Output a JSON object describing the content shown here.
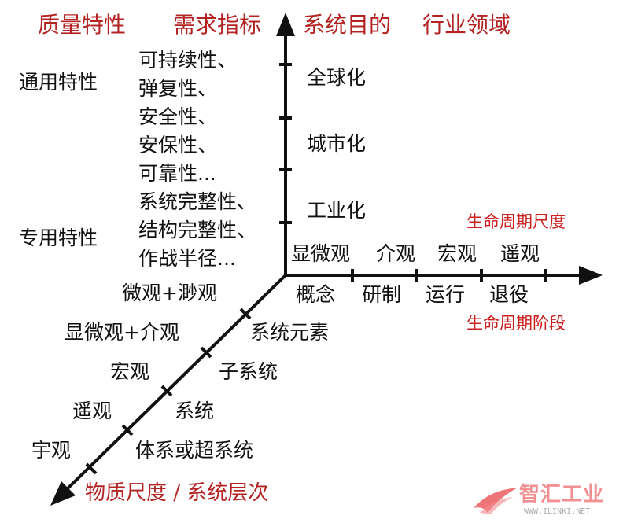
{
  "colors": {
    "accent_red": "#b42323",
    "label_red": "#cc1f1f",
    "axis": "#111111",
    "logo_red": "#e8464b",
    "logo_gray": "#8a8a8a"
  },
  "headers": {
    "quality": "质量特性",
    "demand": "需求指标",
    "system_goal": "系统目的",
    "industry": "行业领域"
  },
  "left_labels": {
    "general": "通用特性",
    "special": "专用特性"
  },
  "demand_list": [
    "可持续性、",
    "弹复性、",
    "安全性、",
    "安保性、",
    "可靠性...",
    "系统完整性、",
    "结构完整性、",
    "作战半径..."
  ],
  "industry_items": [
    "全球化",
    "城市化",
    "工业化"
  ],
  "lifecycle": {
    "scale_title": "生命周期尺度",
    "stage_title": "生命周期阶段",
    "scales": [
      "显微观",
      "介观",
      "宏观",
      "遥观"
    ],
    "stages": [
      "概念",
      "研制",
      "运行",
      "退役"
    ]
  },
  "diagonal": {
    "left": [
      "微观+渺观",
      "显微观+介观",
      "宏观",
      "遥观",
      "宇观"
    ],
    "right": [
      "系统元素",
      "子系统",
      "系统",
      "体系或超系统"
    ],
    "title": "物质尺度 / 系统层次"
  },
  "logo": {
    "text": "智汇工业",
    "url_text": "WWW.ILINKI.NET"
  }
}
